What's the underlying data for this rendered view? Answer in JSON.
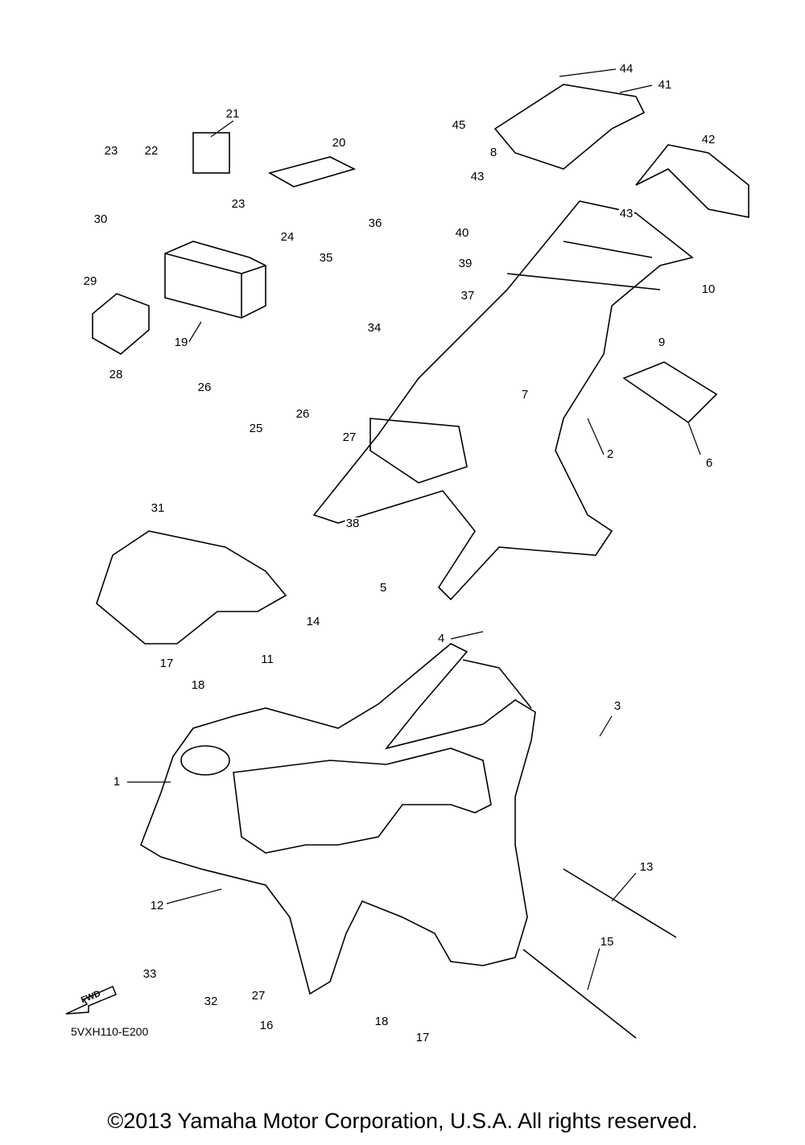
{
  "diagram_code": "5VXH110-E200",
  "footer": "©2013 Yamaha Motor Corporation, U.S.A. All rights reserved.",
  "fwd_label": "FWD",
  "callouts": [
    "44",
    "41",
    "45",
    "42",
    "8",
    "43",
    "43",
    "21",
    "20",
    "23",
    "22",
    "30",
    "23",
    "24",
    "40",
    "36",
    "35",
    "39",
    "29",
    "10",
    "37",
    "9",
    "34",
    "19",
    "28",
    "7",
    "26",
    "26",
    "25",
    "27",
    "2",
    "6",
    "31",
    "38",
    "5",
    "14",
    "4",
    "17",
    "11",
    "18",
    "3",
    "1",
    "13",
    "12",
    "15",
    "33",
    "32",
    "27",
    "18",
    "16",
    "17"
  ]
}
